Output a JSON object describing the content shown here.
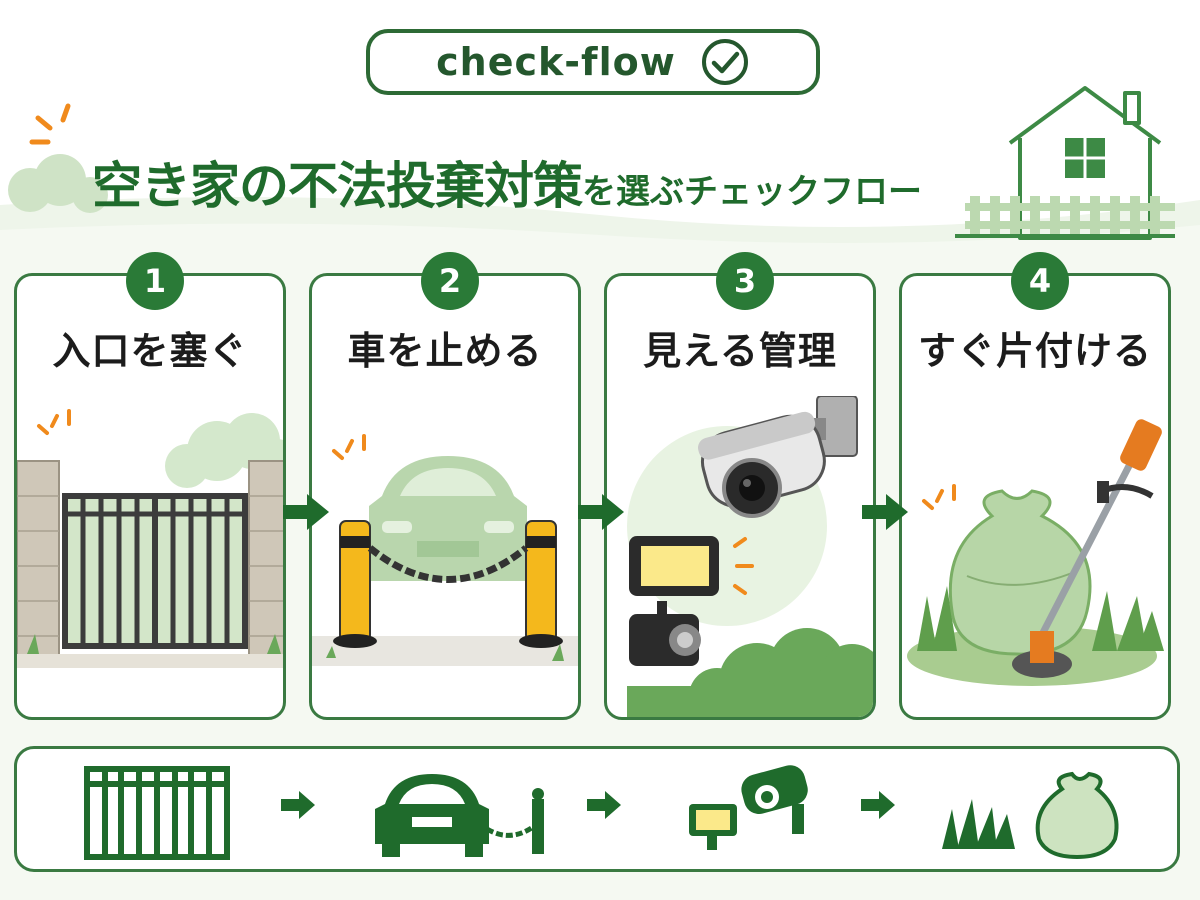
{
  "header": {
    "badge_label": "check-flow",
    "title_part1": "空き家の不法投棄対策",
    "title_part2": "を選ぶチェックフロー"
  },
  "steps": [
    {
      "number": "1",
      "label": "入口を塞ぐ",
      "icon": "gate-icon"
    },
    {
      "number": "2",
      "label": "車を止める",
      "icon": "bollard-chain-icon"
    },
    {
      "number": "3",
      "label": "見える管理",
      "icon": "security-camera-icon"
    },
    {
      "number": "4",
      "label": "すぐ片付ける",
      "icon": "trash-bag-trimmer-icon"
    }
  ],
  "colors": {
    "primary_green": "#2a7a37",
    "dark_green": "#1f6b2c",
    "light_green": "#d9ead3",
    "accent_orange": "#f08a1c",
    "bollard_yellow": "#f4b81c"
  }
}
